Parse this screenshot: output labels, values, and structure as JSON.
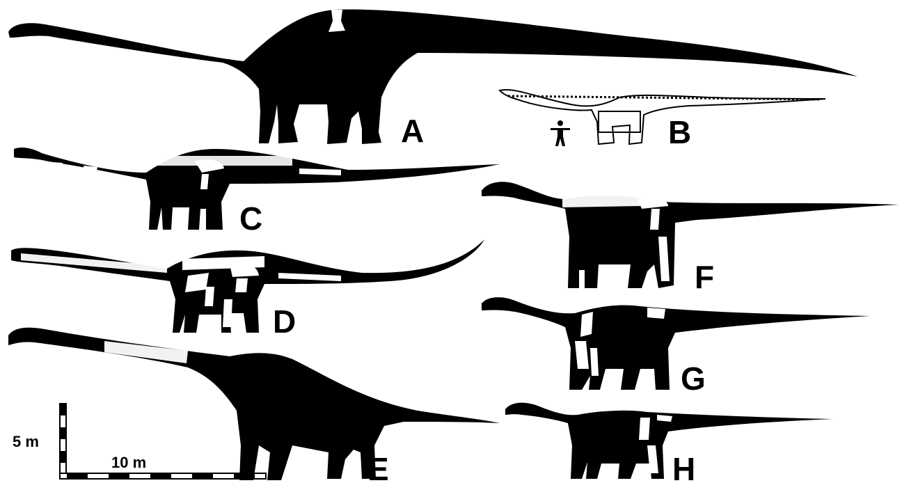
{
  "figure": {
    "panels": [
      {
        "id": "A",
        "label": "A"
      },
      {
        "id": "B",
        "label": "B"
      },
      {
        "id": "C",
        "label": "C"
      },
      {
        "id": "D",
        "label": "D"
      },
      {
        "id": "E",
        "label": "E"
      },
      {
        "id": "F",
        "label": "F"
      },
      {
        "id": "G",
        "label": "G"
      },
      {
        "id": "H",
        "label": "H"
      }
    ],
    "scale_bar": {
      "vertical_label": "5 m",
      "horizontal_label": "10 m"
    },
    "colors": {
      "silhouette": "#000000",
      "bone": "#ffffff",
      "background": "#ffffff"
    }
  }
}
